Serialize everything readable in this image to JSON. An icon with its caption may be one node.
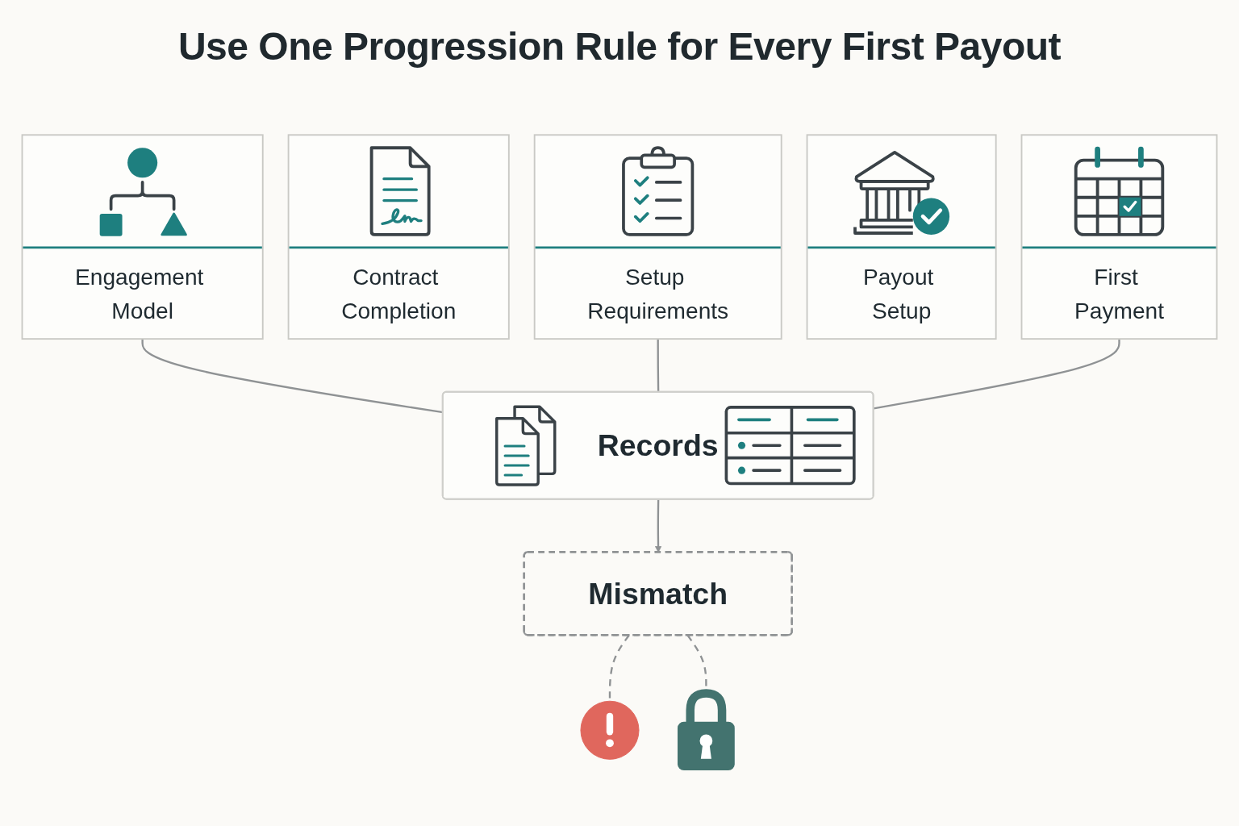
{
  "diagram": {
    "title": "Use One Progression Rule for Every First Payout",
    "nodes": [
      {
        "text": [
          "Engagement Model"
        ]
      },
      {
        "text": [
          "Contract Completion"
        ]
      },
      {
        "text": [
          "Setup Requirements"
        ]
      },
      {
        "text": [
          "Payout Setup"
        ]
      },
      {
        "text": [
          "First Payment"
        ]
      },
      {
        "text": [
          "Records"
        ]
      },
      {
        "text": [
          "Mismatch"
        ]
      },
      {
        "text": [],
        "shape": "circle"
      },
      {
        "text": [],
        "shape": "picture"
      }
    ],
    "edges": [
      {
        "from": 0,
        "to": 5,
        "arrow": "none"
      },
      {
        "from": 2,
        "to": 5,
        "arrow": "none"
      },
      {
        "from": 4,
        "to": 5,
        "arrow": "none"
      },
      {
        "from": 5,
        "to": 6,
        "arrow": "to"
      },
      {
        "from": 6,
        "to": 7,
        "arrow": "none",
        "style": "dashed"
      },
      {
        "from": 6,
        "to": 8,
        "arrow": "none",
        "style": "dashed"
      }
    ]
  }
}
